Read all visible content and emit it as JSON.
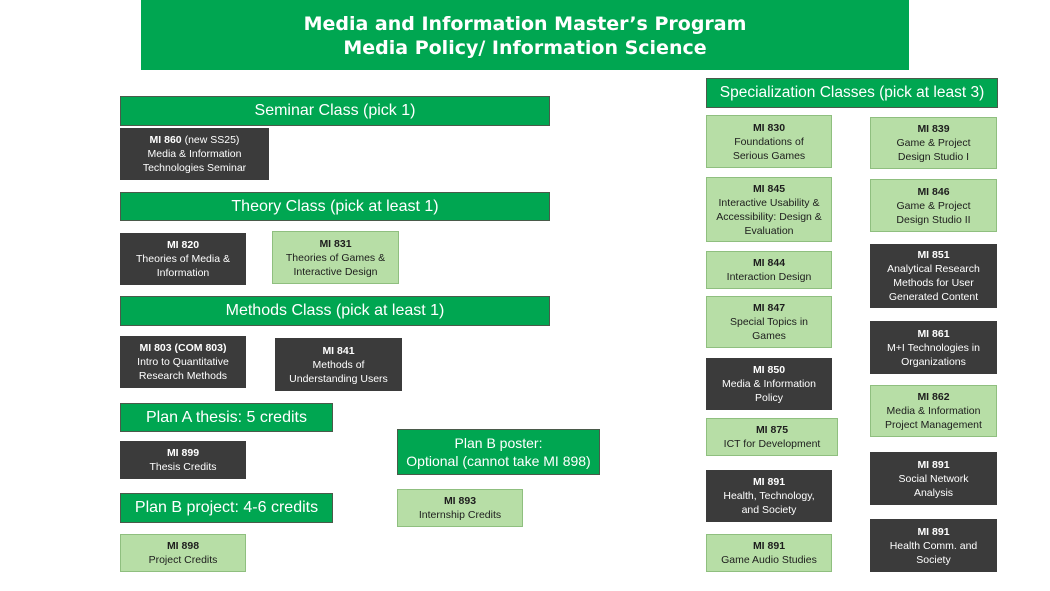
{
  "banner": {
    "line1": "Media and Information Master’s Program",
    "line2": "Media Policy/ Information Science"
  },
  "headers": {
    "seminar": "Seminar Class (pick 1)",
    "theory": "Theory Class (pick at least 1)",
    "methods": "Methods Class (pick at least 1)",
    "plan_a": "Plan A thesis: 5 credits",
    "plan_b_project": "Plan B project: 4-6 credits",
    "plan_b_poster_1": "Plan B poster:",
    "plan_b_poster_2": "Optional (cannot take MI 898)",
    "specialization": "Specialization Classes (pick at least 3)"
  },
  "courses": {
    "mi860": {
      "code": "MI 860",
      "note": " (new SS25)",
      "l1": "Media & Information",
      "l2": "Technologies Seminar",
      "style": "dark"
    },
    "mi820": {
      "code": "MI 820",
      "l1": "Theories of Media &",
      "l2": "Information",
      "style": "dark"
    },
    "mi831": {
      "code": "MI 831",
      "l1": "Theories of Games &",
      "l2": "Interactive Design",
      "style": "light"
    },
    "mi803": {
      "code": "MI 803 (COM 803)",
      "l1": "Intro to Quantitative",
      "l2": "Research Methods",
      "style": "dark"
    },
    "mi841": {
      "code": "MI 841",
      "l1": "Methods of",
      "l2": "Understanding Users",
      "style": "dark"
    },
    "mi899": {
      "code": "MI 899",
      "l1": "Thesis Credits",
      "style": "dark"
    },
    "mi893": {
      "code": "MI 893",
      "l1": "Internship Credits",
      "style": "light"
    },
    "mi898": {
      "code": "MI 898",
      "l1": "Project Credits",
      "style": "light"
    },
    "mi830": {
      "code": "MI 830",
      "l1": "Foundations of",
      "l2": "Serious Games",
      "style": "light"
    },
    "mi845": {
      "code": "MI 845",
      "l1": "Interactive Usability &",
      "l2": "Accessibility: Design &",
      "l3": "Evaluation",
      "style": "light"
    },
    "mi844": {
      "code": "MI 844",
      "l1": "Interaction Design",
      "style": "light"
    },
    "mi847": {
      "code": "MI 847",
      "l1": "Special Topics in",
      "l2": "Games",
      "style": "light"
    },
    "mi850": {
      "code": "MI 850",
      "l1": "Media & Information",
      "l2": "Policy",
      "style": "dark"
    },
    "mi875": {
      "code": "MI 875",
      "l1": "ICT for Development",
      "style": "light"
    },
    "mi891_health_tech": {
      "code": "MI 891",
      "l1": "Health, Technology,",
      "l2": "and Society",
      "style": "dark"
    },
    "mi891_game_audio": {
      "code": "MI 891",
      "l1": "Game Audio Studies",
      "style": "light"
    },
    "mi839": {
      "code": "MI 839",
      "l1": "Game & Project",
      "l2": "Design Studio I",
      "style": "light"
    },
    "mi846": {
      "code": "MI 846",
      "l1": "Game & Project",
      "l2": "Design Studio II",
      "style": "light"
    },
    "mi851": {
      "code": "MI 851",
      "l1": "Analytical Research",
      "l2": "Methods for User",
      "l3": "Generated Content",
      "style": "dark"
    },
    "mi861": {
      "code": "MI 861",
      "l1": "M+I Technologies in",
      "l2": "Organizations",
      "style": "dark"
    },
    "mi862": {
      "code": "MI 862",
      "l1": "Media & Information",
      "l2": "Project Management",
      "style": "light"
    },
    "mi891_social": {
      "code": "MI 891",
      "l1": "Social Network",
      "l2": "Analysis",
      "style": "dark"
    },
    "mi891_health_comm": {
      "code": "MI 891",
      "l1": "Health Comm. and",
      "l2": "Society",
      "style": "dark"
    }
  },
  "colors": {
    "header_green": "#00a651",
    "dark_box": "#3b3b3b",
    "light_box": "#b7dea6"
  }
}
